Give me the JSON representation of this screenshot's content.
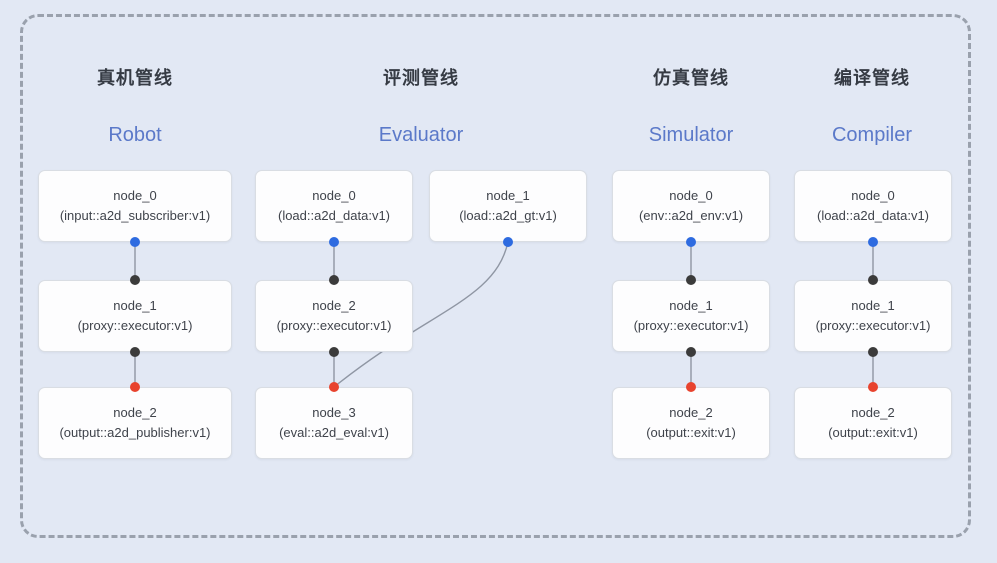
{
  "colors": {
    "page_bg": "#e2e8f4",
    "frame_border": "#9aa1ad",
    "node_bg": "#fdfdfe",
    "node_border": "#d9dde3",
    "node_text": "#3f434b",
    "title_zh": "#363b44",
    "title_en": "#5b79c9",
    "edge": "#8f96a3",
    "dot_blue": "#2e6be0",
    "dot_dark": "#3b3b3b",
    "dot_red": "#e8432e"
  },
  "pipelines": [
    {
      "title_zh": "真机管线",
      "title_en": "Robot",
      "nodes": [
        {
          "name": "node_0",
          "type": "(input::a2d_subscriber:v1)"
        },
        {
          "name": "node_1",
          "type": "(proxy::executor:v1)"
        },
        {
          "name": "node_2",
          "type": "(output::a2d_publisher:v1)"
        }
      ]
    },
    {
      "title_zh": "评测管线",
      "title_en": "Evaluator",
      "nodes": [
        {
          "name": "node_0",
          "type": "(load::a2d_data:v1)"
        },
        {
          "name": "node_1",
          "type": "(load::a2d_gt:v1)"
        },
        {
          "name": "node_2",
          "type": "(proxy::executor:v1)"
        },
        {
          "name": "node_3",
          "type": "(eval::a2d_eval:v1)"
        }
      ]
    },
    {
      "title_zh": "仿真管线",
      "title_en": "Simulator",
      "nodes": [
        {
          "name": "node_0",
          "type": "(env::a2d_env:v1)"
        },
        {
          "name": "node_1",
          "type": "(proxy::executor:v1)"
        },
        {
          "name": "node_2",
          "type": "(output::exit:v1)"
        }
      ]
    },
    {
      "title_zh": "编译管线",
      "title_en": "Compiler",
      "nodes": [
        {
          "name": "node_0",
          "type": "(load::a2d_data:v1)"
        },
        {
          "name": "node_1",
          "type": "(proxy::executor:v1)"
        },
        {
          "name": "node_2",
          "type": "(output::exit:v1)"
        }
      ]
    }
  ]
}
